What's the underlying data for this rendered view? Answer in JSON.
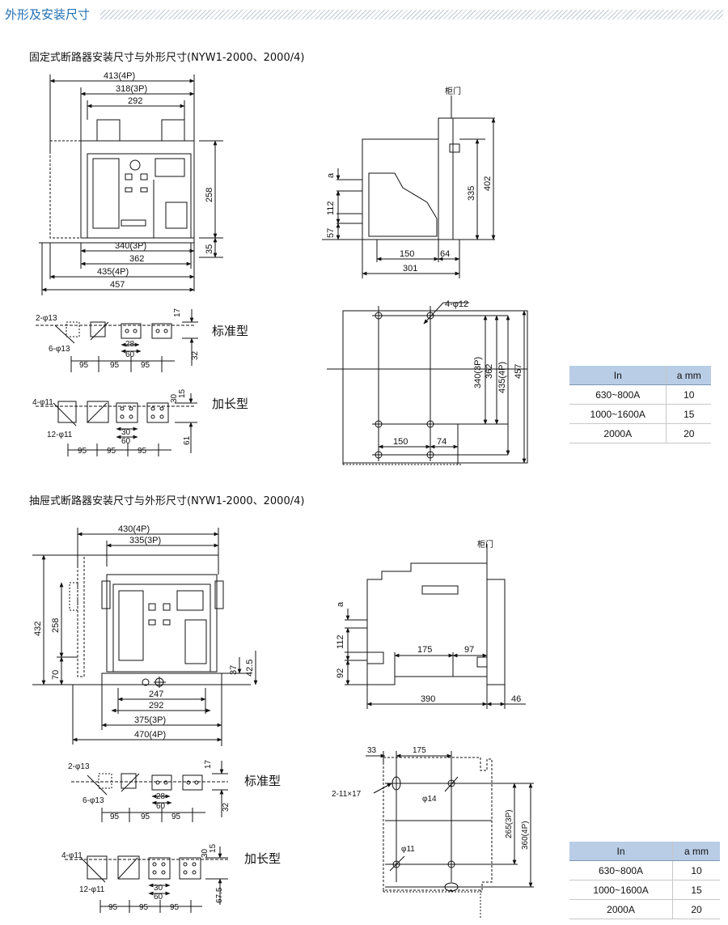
{
  "header": {
    "title": "外形及安装尺寸"
  },
  "section1": {
    "caption": "固定式断路器安装尺寸与外形尺寸(NYW1-2000、2000/4)",
    "front_dims": {
      "w413": "413(4P)",
      "w318": "318(3P)",
      "w292": "292",
      "h258": "258",
      "h35": "35",
      "w340": "340(3P)",
      "w362": "362",
      "w435": "435(4P)",
      "w457": "457"
    },
    "side_dims": {
      "cabinet_door": "柜门",
      "a": "a",
      "h112": "112",
      "h57": "57",
      "h335": "335",
      "h402": "402",
      "w150": "150",
      "w64": "64",
      "w301": "301"
    },
    "busbar_std": {
      "label": "标准型",
      "holes_a": "2-φ13",
      "holes_b": "6-φ13",
      "d28": "28",
      "d60": "60",
      "d17": "17",
      "d32": "32",
      "p1": "95",
      "p2": "95",
      "p3": "95"
    },
    "busbar_ext": {
      "label": "加长型",
      "holes_a": "4-φ11",
      "holes_b": "12-φ11",
      "d30a": "30",
      "d60": "60",
      "d30b": "30",
      "d15": "15",
      "d61": "61",
      "p1": "95",
      "p2": "95",
      "p3": "95"
    },
    "mount_dims": {
      "holes": "4-φ12",
      "v340": "340(3P)",
      "v362": "362",
      "v435": "435(4P)",
      "v457": "457",
      "w150": "150",
      "w74": "74"
    },
    "table": {
      "col1": "In",
      "col2": "a mm",
      "rows": [
        [
          "630~800A",
          "10"
        ],
        [
          "1000~1600A",
          "15"
        ],
        [
          "2000A",
          "20"
        ]
      ]
    }
  },
  "section2": {
    "caption": "抽屉式断路器安装尺寸与外形尺寸(NYW1-2000、2000/4)",
    "front_dims": {
      "w430": "430(4P)",
      "w335": "335(3P)",
      "h432": "432",
      "h258": "258",
      "h70": "70",
      "h37": "37",
      "h42": "42.5",
      "w247": "247",
      "w292": "292",
      "w375": "375(3P)",
      "w470": "470(4P)"
    },
    "side_dims": {
      "cabinet_door": "柜门",
      "a": "a",
      "h112": "112",
      "h92": "92",
      "w175": "175",
      "w97": "97",
      "w390": "390",
      "w46": "46"
    },
    "busbar_std": {
      "label": "标准型",
      "holes_a": "2-φ13",
      "holes_b": "6-φ13",
      "d28": "28",
      "d60": "60",
      "d17": "17",
      "d32": "32",
      "p1": "95",
      "p2": "95",
      "p3": "95"
    },
    "busbar_ext": {
      "label": "加长型",
      "holes_a": "4-φ11",
      "holes_b": "12-φ11",
      "d30a": "30",
      "d60": "60",
      "d30b": "30",
      "d15": "15",
      "d67": "67.5",
      "p1": "95",
      "p2": "95",
      "p3": "95"
    },
    "mount_dims": {
      "w33": "33",
      "w175": "175",
      "slots": "2-11×17",
      "hole14": "φ14",
      "hole11": "φ11",
      "v265": "265(3P)",
      "v360": "360(4P)"
    },
    "table": {
      "col1": "In",
      "col2": "a mm",
      "rows": [
        [
          "630~800A",
          "10"
        ],
        [
          "1000~1600A",
          "15"
        ],
        [
          "2000A",
          "20"
        ]
      ]
    }
  }
}
